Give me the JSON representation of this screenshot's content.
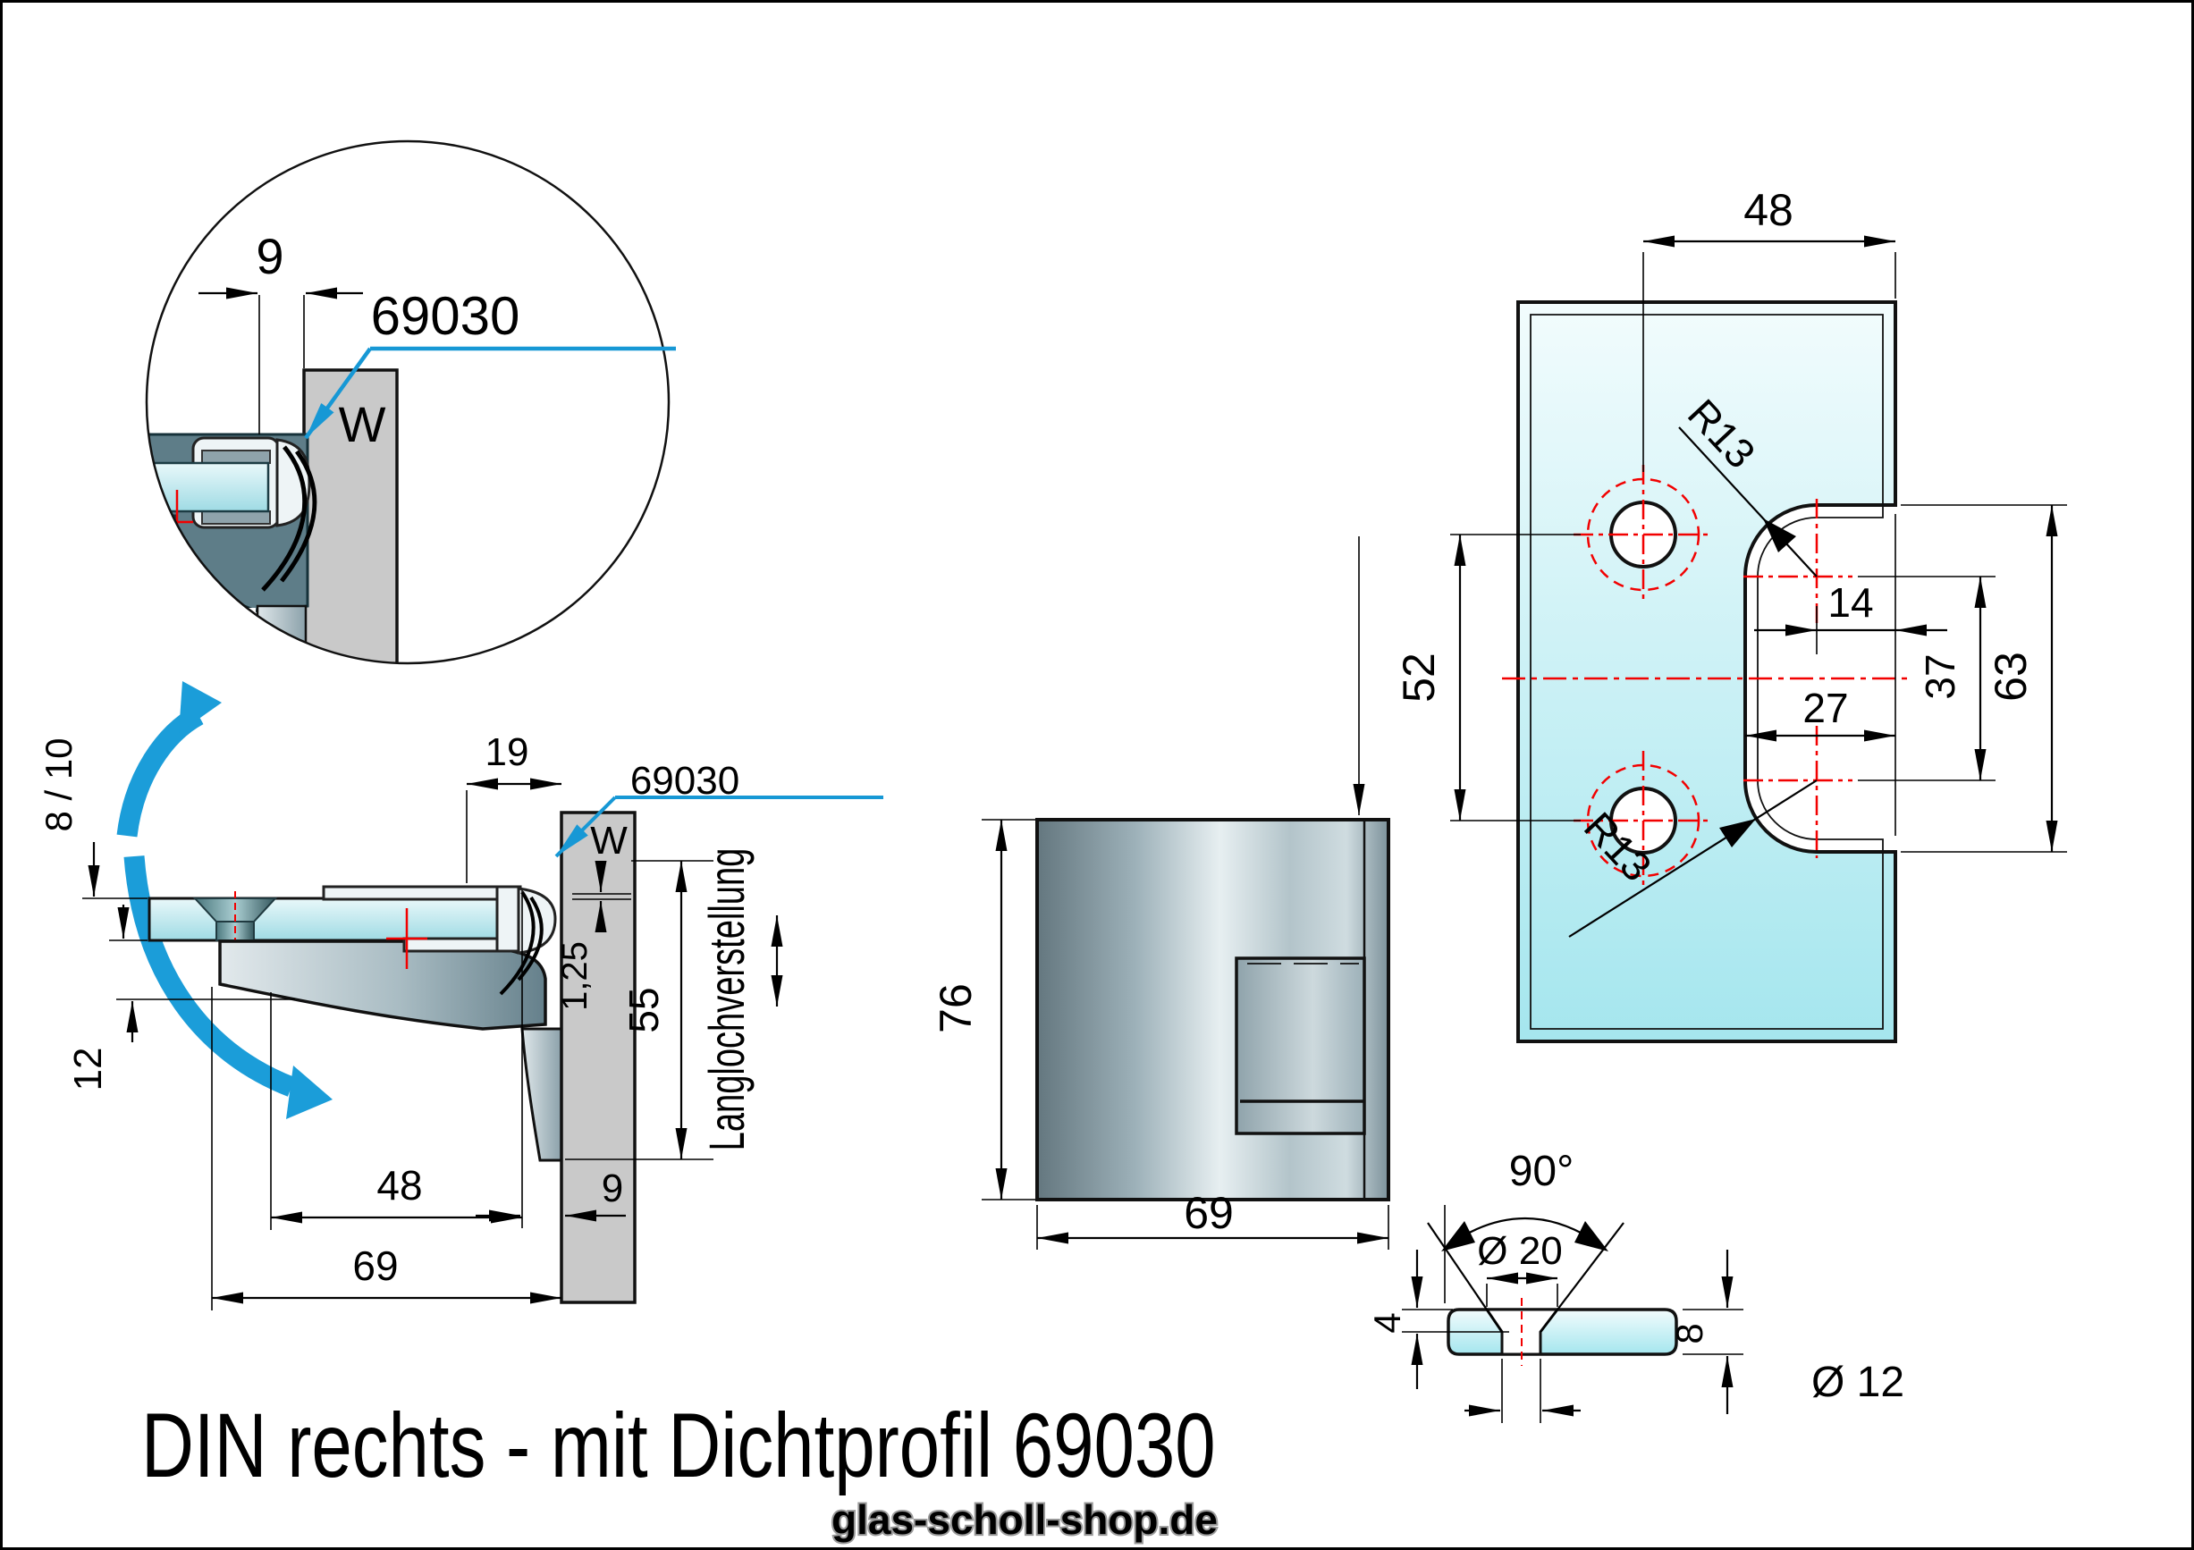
{
  "title": "DIN rechts - mit Dichtprofil 69030",
  "watermark": "glas-scholl-shop.de",
  "colors": {
    "accent_blue": "#1798d5",
    "centerline_red": "#f20000",
    "glass_cyan": "#ace7ef",
    "wall_gray": "#c9c9c9",
    "metal_dark": "#64777f",
    "metal_light": "#e7eff1"
  },
  "detail_view": {
    "dim_9": "9",
    "part_label": "69030",
    "wall_label": "W"
  },
  "side_view": {
    "glass_thickness": "8 / 10",
    "dim_12": "12",
    "dim_19": "19",
    "part_label": "69030",
    "wall_label": "W",
    "dim_1_25": "1,25",
    "dim_55": "55",
    "dim_48": "48",
    "dim_9": "9",
    "dim_69": "69",
    "adjust_label": "Langlochverstellung"
  },
  "front_view": {
    "dim_76": "76",
    "dim_69": "69"
  },
  "panel_view": {
    "dim_48": "48",
    "dim_52": "52",
    "dim_14": "14",
    "dim_27": "27",
    "dim_37": "37",
    "dim_63": "63",
    "radius_top": "R13",
    "radius_bottom": "R13"
  },
  "section_view": {
    "angle": "90°",
    "dia_20": "Ø 20",
    "dim_4": "4",
    "dim_8": "8",
    "dia_12": "Ø 12"
  }
}
